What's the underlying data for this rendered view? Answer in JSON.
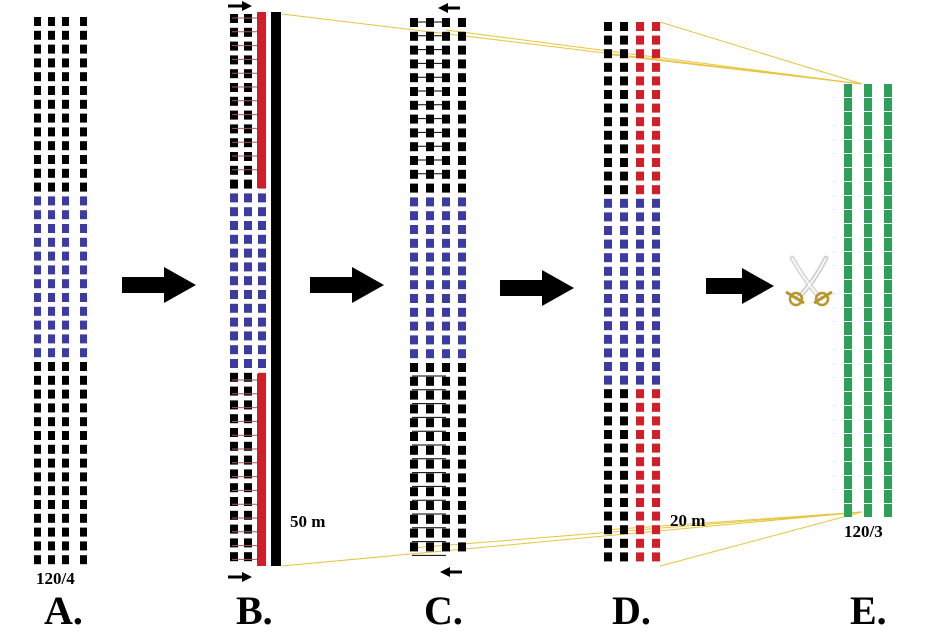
{
  "stages": [
    {
      "id": "A",
      "label": "A."
    },
    {
      "id": "B",
      "label": "B."
    },
    {
      "id": "C",
      "label": "C."
    },
    {
      "id": "D",
      "label": "D."
    },
    {
      "id": "E",
      "label": "E."
    }
  ],
  "annotations": {
    "formation_a": "120/4",
    "distance_b": "50 m",
    "distance_d": "20 m",
    "formation_e": "120/3"
  },
  "colors": {
    "black_unit": "#000000",
    "blue_unit": "#3b3ba0",
    "red_unit": "#d21e28",
    "green_unit": "#2ea05a",
    "link_line": "#a45b5b",
    "zoom_line": "#e6c53c",
    "arrow": "#000000"
  },
  "icons": {
    "flow_arrow": "right-arrow-icon",
    "melee": "crossed-swords-icon"
  }
}
